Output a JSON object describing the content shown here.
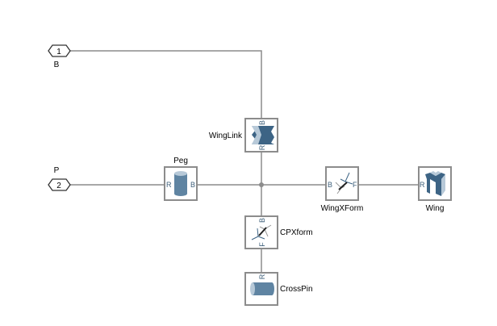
{
  "ports": [
    {
      "number": "1",
      "label": "B"
    },
    {
      "number": "2",
      "label": "P"
    }
  ],
  "blocks": {
    "winglink": {
      "name": "WingLink",
      "port_top": "B",
      "port_bottom": "R",
      "icon": "weld-brick-solid-icon"
    },
    "peg": {
      "name": "Peg",
      "port_left": "R",
      "port_right": "B",
      "icon": "cylinder-solid-icon"
    },
    "wingxform": {
      "name": "WingXForm",
      "port_left": "B",
      "port_right": "F",
      "icon": "rigid-transform-icon"
    },
    "wing": {
      "name": "Wing",
      "port_left": "R",
      "icon": "cross-extrusion-solid-icon"
    },
    "cpxform": {
      "name": "CPXform",
      "port_top": "B",
      "port_bottom": "F",
      "icon": "rigid-transform-icon"
    },
    "crosspin": {
      "name": "CrossPin",
      "port_top": "R",
      "icon": "horizontal-cylinder-solid-icon"
    }
  },
  "colors": {
    "line": "#8c8c8c",
    "block_border": "#8c8c8c",
    "solid": "#5f84a2",
    "solid_light": "#b7c9d8"
  }
}
